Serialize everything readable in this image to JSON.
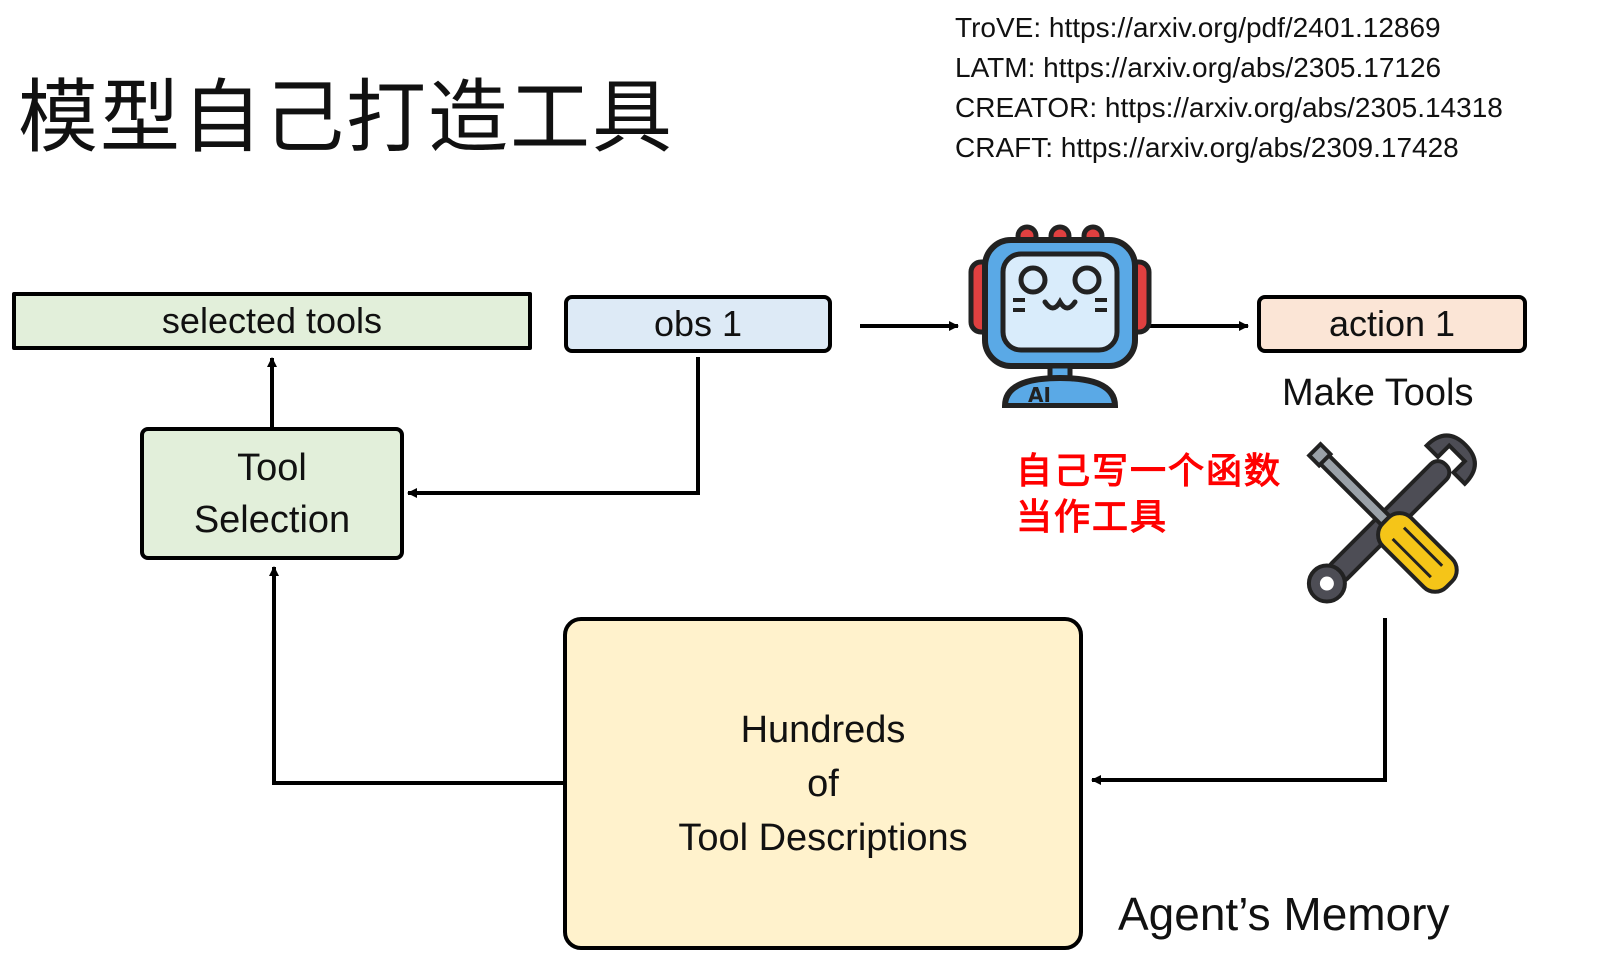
{
  "title": "模型自己打造工具",
  "references": [
    "TroVE: https://arxiv.org/pdf/2401.12869",
    "LATM: https://arxiv.org/abs/2305.17126",
    "CREATOR: https://arxiv.org/abs/2305.14318",
    "CRAFT: https://arxiv.org/abs/2309.17428"
  ],
  "diagram": {
    "selected_tools": "selected tools",
    "obs": "obs 1",
    "action": "action 1",
    "tool_selection": [
      "Tool",
      "Selection"
    ],
    "memory_box": [
      "Hundreds",
      "of",
      "Tool Descriptions"
    ],
    "make_tools": "Make Tools",
    "red_note": [
      "自己写一个函数",
      "当作工具"
    ],
    "agent_memory": "Agent’s Memory",
    "robot_badge": "AI"
  },
  "colors": {
    "green_box": "#e2efda",
    "blue_box": "#ddeaf6",
    "peach_box": "#fbe5d6",
    "memory_box": "#fff2cc",
    "note_red": "#ff0000"
  },
  "icons": [
    "robot-ai-icon",
    "wrench-screwdriver-icon"
  ]
}
